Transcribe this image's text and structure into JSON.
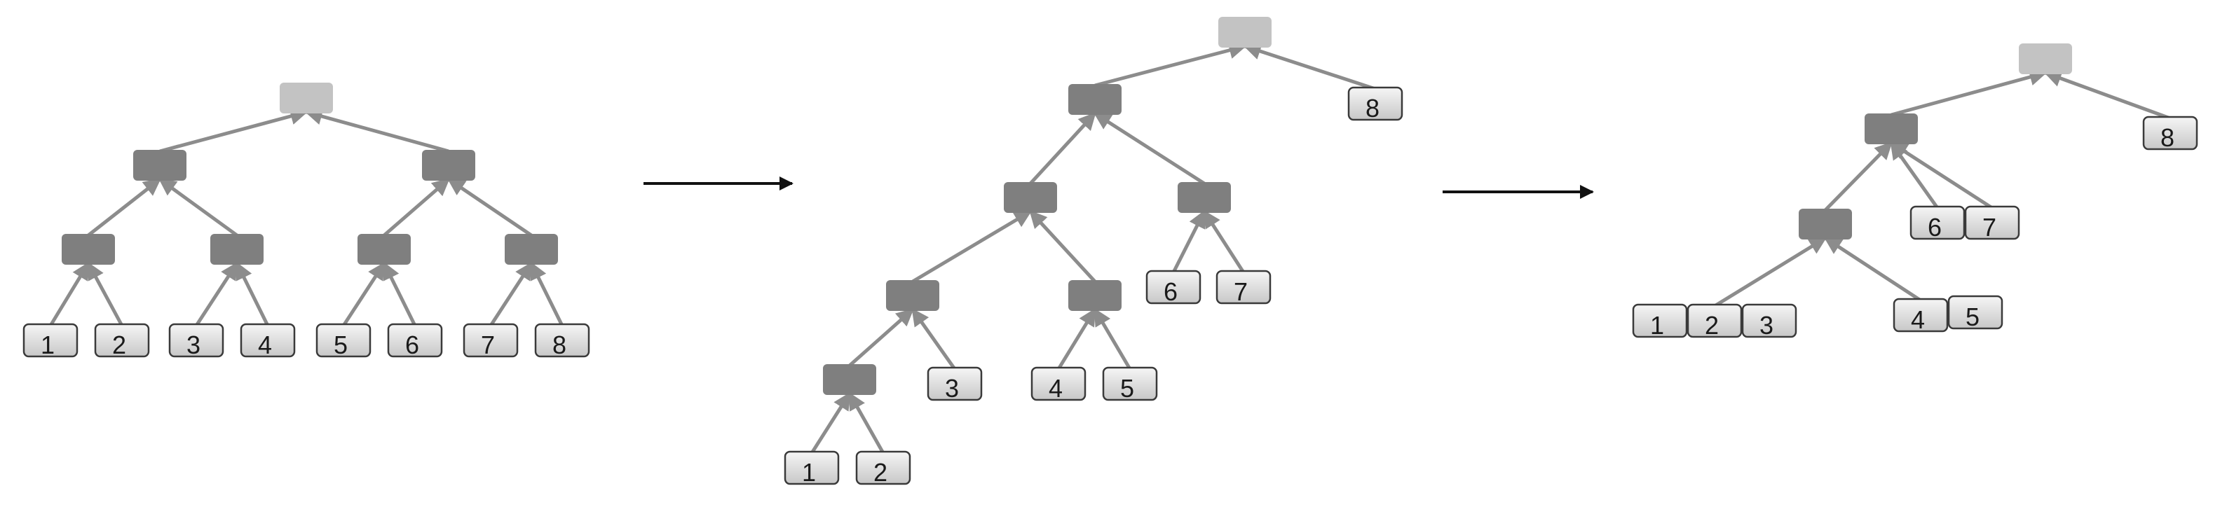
{
  "colors": {
    "root": "#c3c3c3",
    "internal": "#7f7f7f",
    "edge": "#8c8c8c",
    "leaf_fill_top": "#f6f6f6",
    "leaf_fill_bottom": "#c8c8c8",
    "leaf_border": "#3a3a3a",
    "arrow": "#111111"
  },
  "panels": [
    {
      "id": "tree-1",
      "leaves": [
        {
          "id": "t1-l1",
          "label": "1"
        },
        {
          "id": "t1-l2",
          "label": "2"
        },
        {
          "id": "t1-l3",
          "label": "3"
        },
        {
          "id": "t1-l4",
          "label": "4"
        },
        {
          "id": "t1-l5",
          "label": "5"
        },
        {
          "id": "t1-l6",
          "label": "6"
        },
        {
          "id": "t1-l7",
          "label": "7"
        },
        {
          "id": "t1-l8",
          "label": "8"
        }
      ]
    },
    {
      "id": "tree-2",
      "leaves": [
        {
          "id": "t2-l1",
          "label": "1"
        },
        {
          "id": "t2-l2",
          "label": "2"
        },
        {
          "id": "t2-l3",
          "label": "3"
        },
        {
          "id": "t2-l4",
          "label": "4"
        },
        {
          "id": "t2-l5",
          "label": "5"
        },
        {
          "id": "t2-l6",
          "label": "6"
        },
        {
          "id": "t2-l7",
          "label": "7"
        },
        {
          "id": "t2-l8",
          "label": "8"
        }
      ]
    },
    {
      "id": "tree-3",
      "leaves": [
        {
          "id": "t3-l1",
          "label": "1"
        },
        {
          "id": "t3-l2",
          "label": "2"
        },
        {
          "id": "t3-l3",
          "label": "3"
        },
        {
          "id": "t3-l4",
          "label": "4"
        },
        {
          "id": "t3-l5",
          "label": "5"
        },
        {
          "id": "t3-l6",
          "label": "6"
        },
        {
          "id": "t3-l7",
          "label": "7"
        },
        {
          "id": "t3-l8",
          "label": "8"
        }
      ]
    }
  ],
  "transitions": [
    {
      "id": "arrow-1",
      "from": "tree-1",
      "to": "tree-2"
    },
    {
      "id": "arrow-2",
      "from": "tree-2",
      "to": "tree-3"
    }
  ]
}
